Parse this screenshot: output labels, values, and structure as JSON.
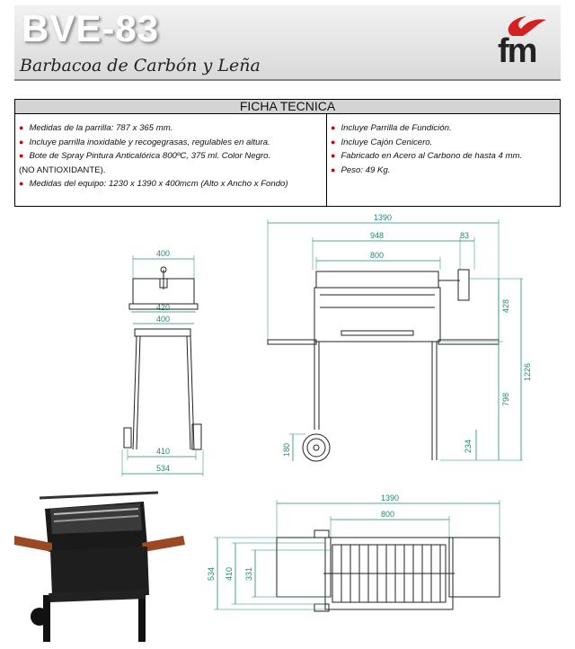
{
  "header": {
    "model": "BVE-83",
    "subtitle": "Barbacoa de Carbón y Leña",
    "logo_text": "fm",
    "logo_color": "#d42020"
  },
  "spec": {
    "title": "FICHA TECNICA",
    "left": [
      {
        "bullet": true,
        "text": "Medidas de la parrilla: 787 x 365 mm."
      },
      {
        "bullet": true,
        "text": "Incluye parrilla inoxidable y recogegrasas, regulables en altura."
      },
      {
        "bullet": true,
        "text": "Bote de Spray Pintura Anticalórica 800ºC, 375 ml. Color Negro."
      },
      {
        "bullet": false,
        "text": "(NO ANTIOXIDANTE)."
      },
      {
        "bullet": true,
        "text": "Medidas del equipo: 1230 x 1390 x 400mcm (Alto x Ancho x Fondo)"
      }
    ],
    "right": [
      {
        "bullet": true,
        "text": "Incluye Parrilla de Fundición."
      },
      {
        "bullet": true,
        "text": "Incluye Cajón Cenicero."
      },
      {
        "bullet": true,
        "text": "Fabricado en Acero al Carbono de hasta 4 mm."
      },
      {
        "bullet": true,
        "text": "Peso: 49 Kg."
      }
    ]
  },
  "dimensions": {
    "side": {
      "top": "400",
      "upper": "420",
      "mid": "400",
      "base": "410",
      "overall": "534"
    },
    "front": {
      "width": "1390",
      "inner": "948",
      "crank": "83",
      "grill": "800",
      "height_box": "428",
      "height_leg": "798",
      "height_total": "1226",
      "wheel": "180",
      "shelf": "234"
    },
    "top": {
      "width": "1390",
      "grill": "800",
      "depth": "534",
      "mid": "410",
      "inner": "331"
    }
  }
}
